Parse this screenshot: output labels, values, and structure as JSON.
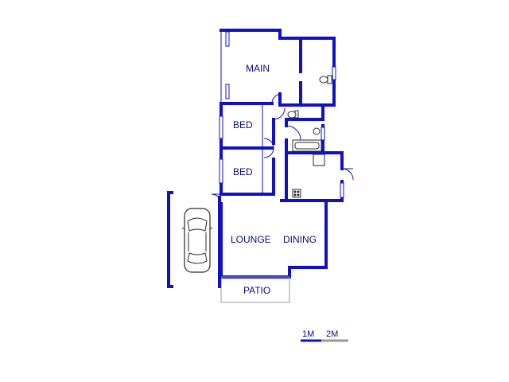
{
  "rooms": {
    "main": "MAIN",
    "bed_1": "BED",
    "bed_2": "BED",
    "lounge": "LOUNGE",
    "dining": "DINING",
    "patio": "PATIO"
  },
  "scale_bar": {
    "label_1": "1M",
    "label_2": "2M"
  },
  "colors": {
    "wall": "#1010c8",
    "label": "#0b0b8a",
    "fixture": "#9a9a9a"
  }
}
